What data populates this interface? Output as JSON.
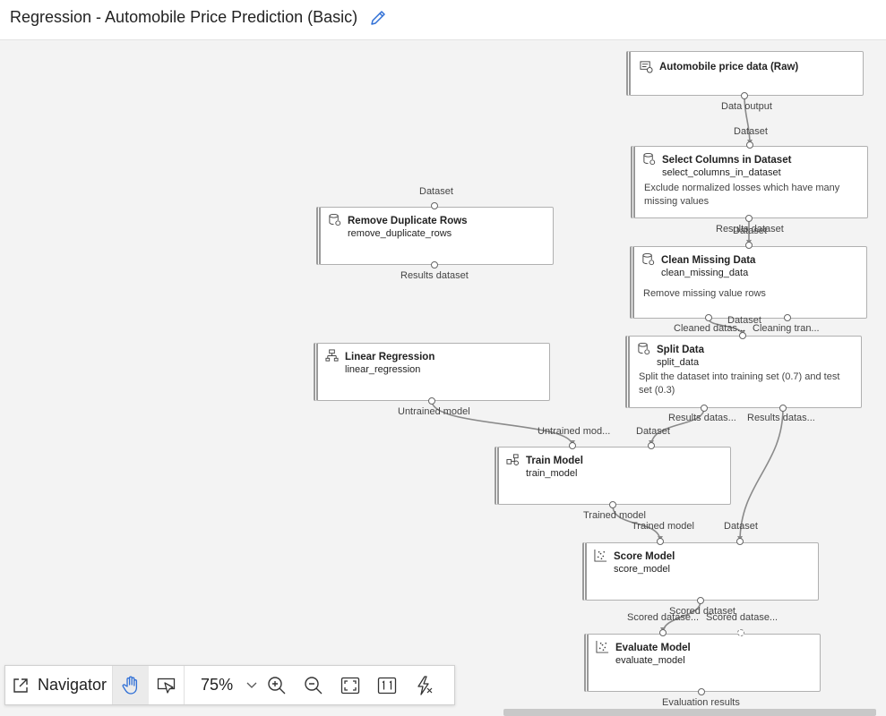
{
  "header": {
    "title": "Regression - Automobile Price Prediction (Basic)"
  },
  "icons": {
    "edit": "pencil-icon",
    "dataset": "dataset-icon",
    "module": "module-icon",
    "algorithm": "algorithm-icon",
    "train": "train-icon",
    "score": "scatter-icon"
  },
  "nodes": {
    "automobile": {
      "title": "Automobile price data (Raw)",
      "out_label": "Data output"
    },
    "select_columns": {
      "title": "Select Columns in Dataset",
      "name": "select_columns_in_dataset",
      "desc": "Exclude normalized losses which have many missing values",
      "in_label": "Dataset",
      "out_label": "Results dataset"
    },
    "remove_duplicate": {
      "title": "Remove Duplicate Rows",
      "name": "remove_duplicate_rows",
      "in_label": "Dataset",
      "out_label": "Results dataset"
    },
    "clean_missing": {
      "title": "Clean Missing Data",
      "name": "clean_missing_data",
      "desc": "Remove missing value rows",
      "in_label": "Dataset",
      "out1_label": "Cleaned datas...",
      "out2_label": "Cleaning tran..."
    },
    "split": {
      "title": "Split Data",
      "name": "split_data",
      "desc": "Split the dataset into training set (0.7) and test set (0.3)",
      "in_label": "Dataset",
      "out1_label": "Results datas...",
      "out2_label": "Results datas..."
    },
    "linear": {
      "title": "Linear Regression",
      "name": "linear_regression",
      "out_label": "Untrained model"
    },
    "train": {
      "title": "Train Model",
      "name": "train_model",
      "in1_label": "Untrained mod...",
      "in2_label": "Dataset",
      "out_label": "Trained model"
    },
    "score": {
      "title": "Score Model",
      "name": "score_model",
      "in1_label": "Trained model",
      "in2_label": "Dataset",
      "out_label": "Scored dataset"
    },
    "evaluate": {
      "title": "Evaluate Model",
      "name": "evaluate_model",
      "in1_label": "Scored datase...",
      "in2_label": "Scored datase...",
      "out_label": "Evaluation results"
    }
  },
  "toolbar": {
    "navigator_label": "Navigator",
    "zoom": "75%"
  }
}
